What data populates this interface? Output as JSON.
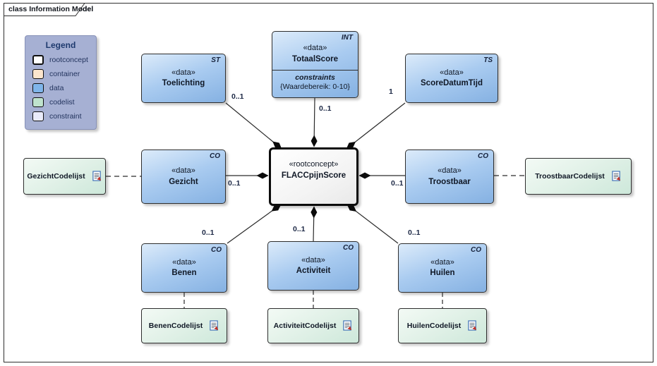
{
  "frame": {
    "tab_label": "class Information Model"
  },
  "legend": {
    "title": "Legend",
    "items": [
      {
        "label": "rootconcept",
        "color": "#ffffff"
      },
      {
        "label": "container",
        "color": "#fbe5cd"
      },
      {
        "label": "data",
        "color": "#7fb5ea"
      },
      {
        "label": "codelist",
        "color": "#bfe3cd"
      },
      {
        "label": "constraint",
        "color": "#e9ebfa"
      }
    ]
  },
  "nodes": {
    "rootconcept": {
      "stereotype": "«rootconcept»",
      "name": "FLACCpijnScore"
    },
    "toelichting": {
      "stereotype": "«data»",
      "name": "Toelichting",
      "tag": "ST"
    },
    "totaalscore": {
      "stereotype": "«data»",
      "name": "TotaalScore",
      "tag": "INT",
      "constraints_header": "constraints",
      "constraint": "{Waardebereik: 0-10}"
    },
    "scoredatumtijd": {
      "stereotype": "«data»",
      "name": "ScoreDatumTijd",
      "tag": "TS"
    },
    "gezicht": {
      "stereotype": "«data»",
      "name": "Gezicht",
      "tag": "CO"
    },
    "troostbaar": {
      "stereotype": "«data»",
      "name": "Troostbaar",
      "tag": "CO"
    },
    "benen": {
      "stereotype": "«data»",
      "name": "Benen",
      "tag": "CO"
    },
    "activiteit": {
      "stereotype": "«data»",
      "name": "Activiteit",
      "tag": "CO"
    },
    "huilen": {
      "stereotype": "«data»",
      "name": "Huilen",
      "tag": "CO"
    },
    "gezicht_codelijst": {
      "name": "GezichtCodelijst"
    },
    "troostbaar_codelijst": {
      "name": "TroostbaarCodelijst"
    },
    "benen_codelijst": {
      "name": "BenenCodelijst"
    },
    "activiteit_codelijst": {
      "name": "ActiviteitCodelijst"
    },
    "huilen_codelijst": {
      "name": "HuilenCodelijst"
    }
  },
  "multiplicities": {
    "toelichting": "0..1",
    "totaalscore": "0..1",
    "scoredatumtijd": "1",
    "gezicht": "0..1",
    "troostbaar": "0..1",
    "benen": "0..1",
    "activiteit": "0..1",
    "huilen": "0..1"
  },
  "colors": {
    "data_fill": "#8cb6e8",
    "codelist_fill": "#d9eee1",
    "rootconcept_fill": "#f4f4f4",
    "legend_bg": "#a6b0d3",
    "line": "#2a2a2a"
  }
}
